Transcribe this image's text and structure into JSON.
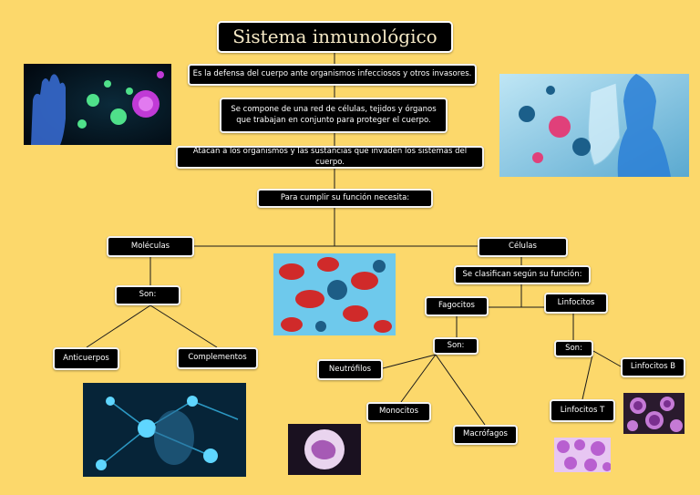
{
  "title": "Sistema inmunológico",
  "definitions": {
    "defense": "Es la defensa del cuerpo ante organismos infecciosos y otros invasores.",
    "composition_line1": "Se compone de una red de células, tejidos y órganos",
    "composition_line2": "que trabajan en conjunto para proteger el cuerpo.",
    "attack": "Atacan a los organismos y las sustancias que invaden los sistemas del cuerpo.",
    "needs": "Para cumplir su función necesita:"
  },
  "molecules": {
    "label": "Moléculas",
    "son": "Son:",
    "items": [
      "Anticuerpos",
      "Complementos"
    ]
  },
  "cells": {
    "label": "Células",
    "classify": "Se clasifican según su función:",
    "phagocytes": {
      "label": "Fagocitos",
      "son": "Son:",
      "items": [
        "Neutrófilos",
        "Monocitos",
        "Macrófagos"
      ]
    },
    "lymphocytes": {
      "label": "Linfocitos",
      "son": "Son:",
      "items": [
        "Linfocitos B",
        "Linfocitos T"
      ]
    }
  },
  "colors": {
    "background": "#fcd86b",
    "box": "#000000",
    "line": "#1a1a1a"
  }
}
